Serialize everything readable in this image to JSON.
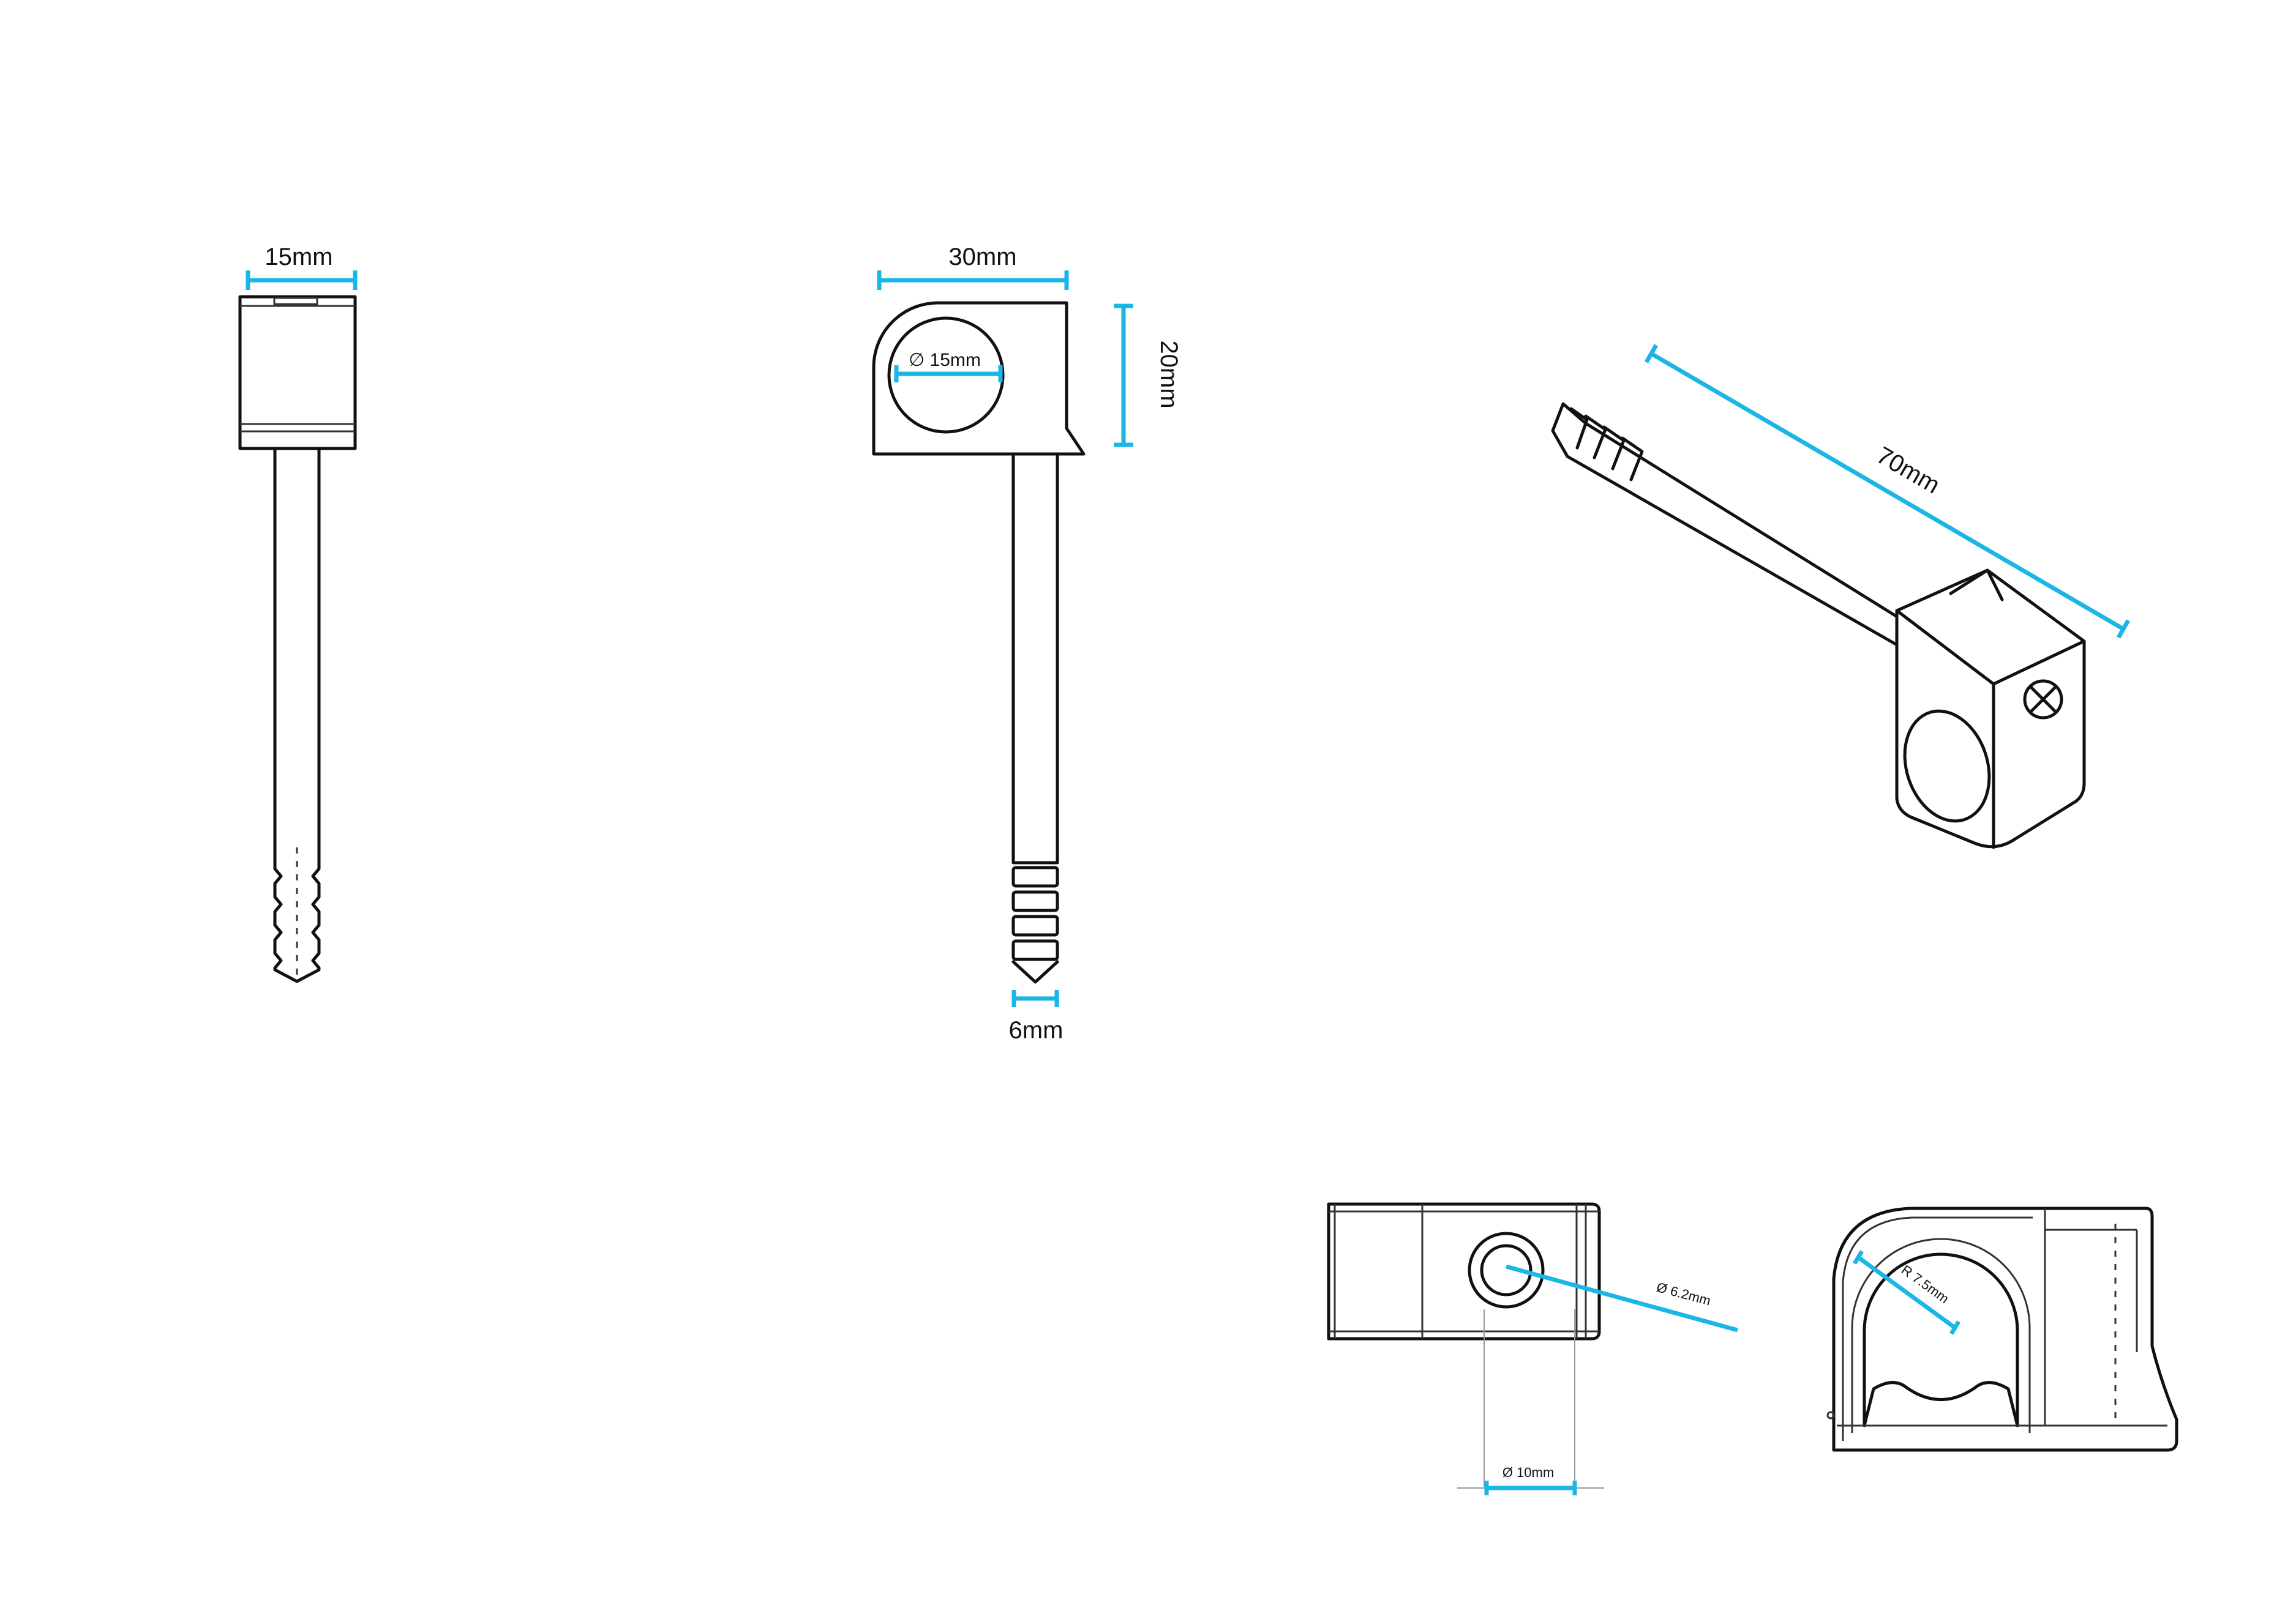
{
  "colors": {
    "dimension_line": "#19b6e6",
    "outline": "#111111",
    "background": "#ffffff"
  },
  "front_view": {
    "width_label": "15mm"
  },
  "side_view": {
    "width_label": "30mm",
    "hole_label": "∅ 15mm",
    "height_label": "20mm",
    "pin_label": "6mm"
  },
  "iso_view": {
    "length_label": "70mm"
  },
  "top_view": {
    "hole_label": "Ø 6.2mm",
    "width_label": "Ø 10mm"
  },
  "section_view": {
    "radius_label": "R 7.5mm"
  }
}
